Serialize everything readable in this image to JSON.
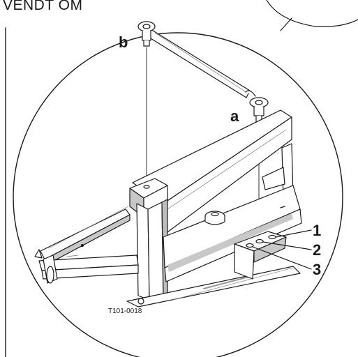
{
  "title": "VENDT OM",
  "callouts": {
    "b": "b",
    "a": "a",
    "n1": "1",
    "n2": "2",
    "n3": "3"
  },
  "figure_code": "T101-0018",
  "colors": {
    "line": "#1a1a1a",
    "fill": "#ffffff",
    "shade": "#b8b8b8",
    "dark": "#555555"
  }
}
